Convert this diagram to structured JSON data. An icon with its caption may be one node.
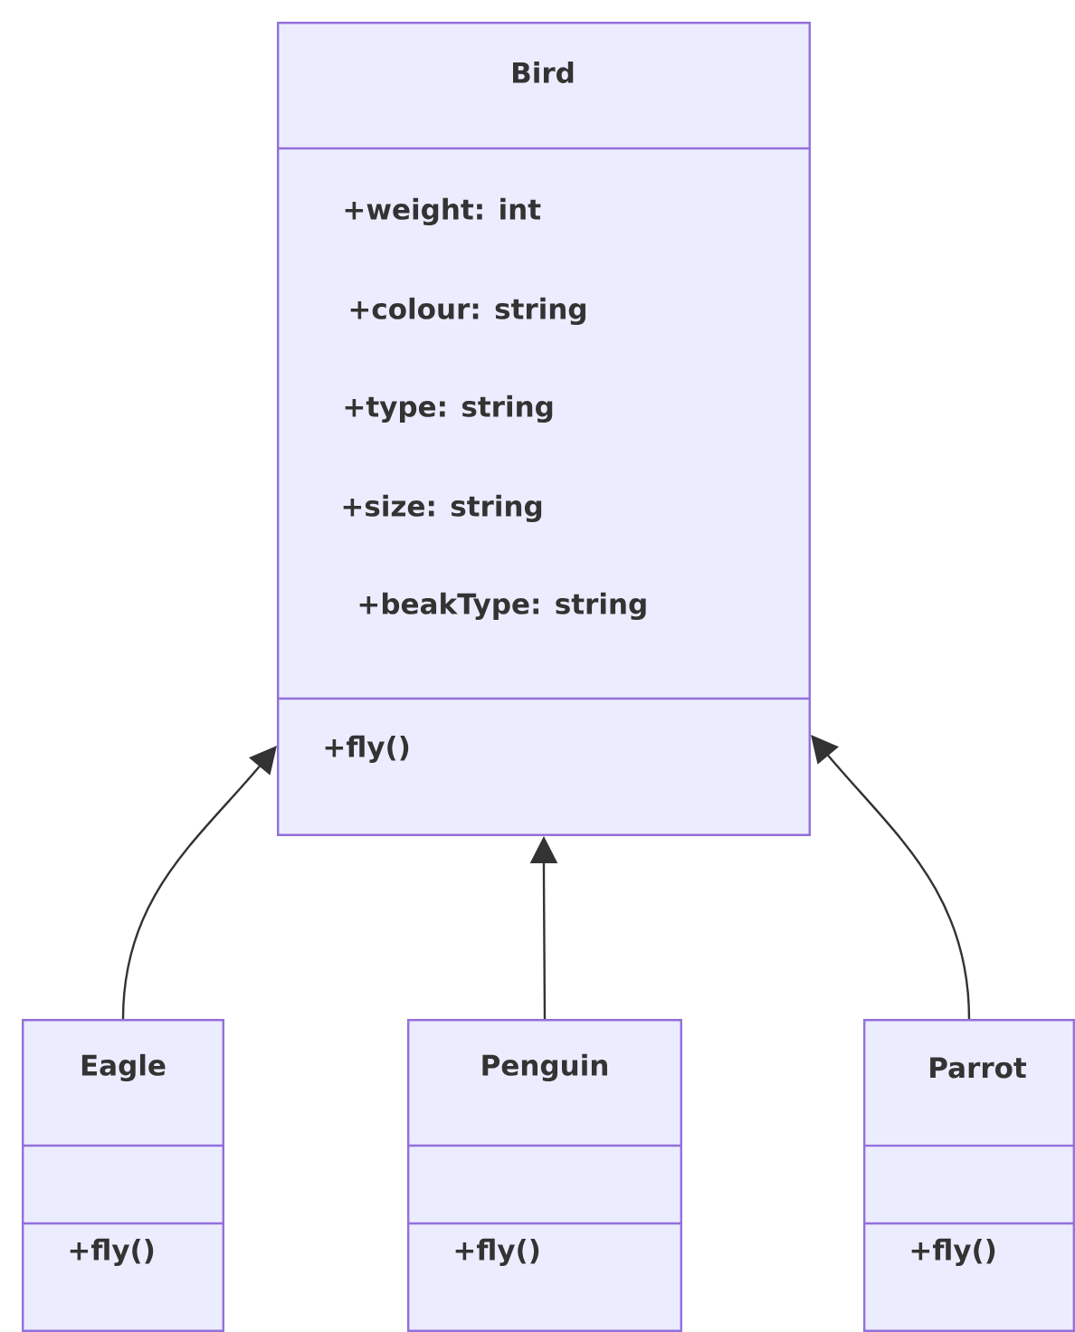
{
  "diagram": {
    "nodes": [
      {
        "text": [
          "Bird",
          "+weight: int",
          "+colour: string",
          "+type: string",
          "+size: string",
          "+beakType: string",
          "+fly()"
        ]
      },
      {
        "text": [
          "Eagle",
          "+fly()"
        ]
      },
      {
        "text": [
          "Penguin",
          "+fly()"
        ]
      },
      {
        "text": [
          "Parrot",
          "+fly()"
        ]
      }
    ],
    "edges": [
      {
        "from": 1,
        "to": 0,
        "arrow": "to"
      },
      {
        "from": 2,
        "to": 0,
        "arrow": "to"
      },
      {
        "from": 3,
        "to": 0,
        "arrow": "to"
      }
    ]
  }
}
